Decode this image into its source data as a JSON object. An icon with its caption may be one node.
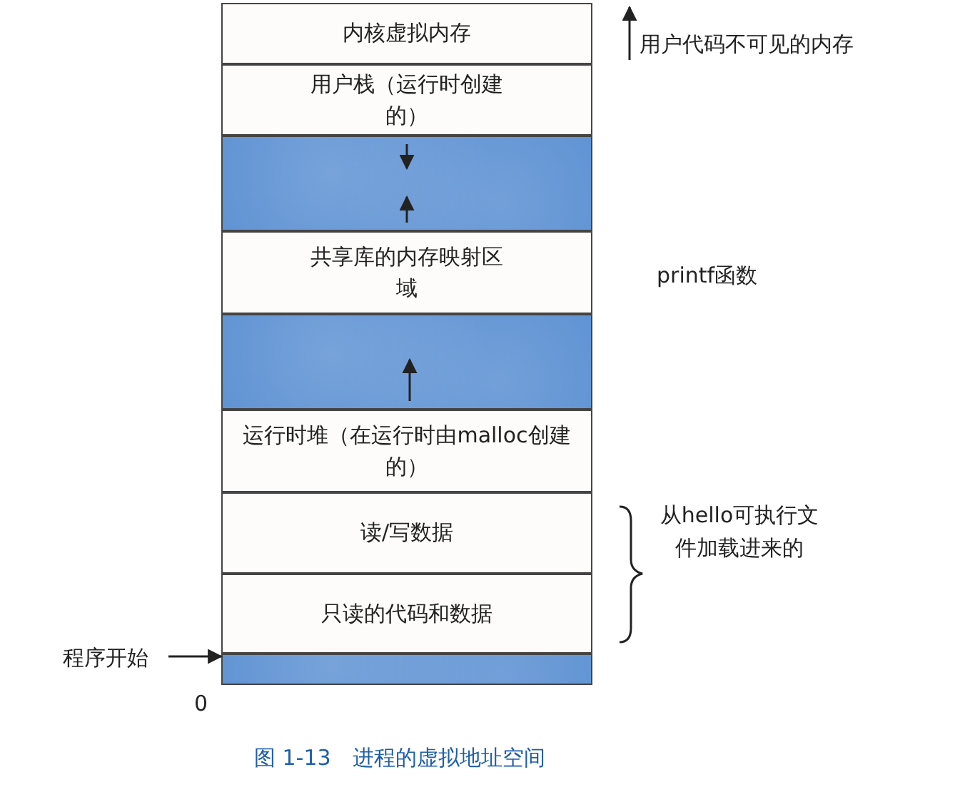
{
  "diagram": {
    "caption": "图 1-13　进程的虚拟地址空间",
    "nodes": [
      {
        "text": [
          "内核虚拟内存"
        ]
      },
      {
        "text": [
          "用户栈（运行时创建的）"
        ]
      },
      {
        "text": [],
        "shape": "bar"
      },
      {
        "text": [
          "共享库的内存映射区域"
        ],
        "beside": [
          "printf函数"
        ]
      },
      {
        "text": [],
        "shape": "bar"
      },
      {
        "text": [
          "运行时堆（在运行时由malloc创建的）"
        ]
      },
      {
        "text": [
          "读/写数据"
        ]
      },
      {
        "text": [
          "只读的代码和数据"
        ]
      },
      {
        "text": [],
        "shape": "bar"
      },
      {
        "text": [
          "程序开始"
        ]
      }
    ],
    "edges": [
      {
        "from": 9,
        "to": 8,
        "arrow": "to"
      }
    ],
    "labels": [
      "用户代码不可见的内存",
      "从hello可执行文件加载进来的",
      "0"
    ]
  }
}
